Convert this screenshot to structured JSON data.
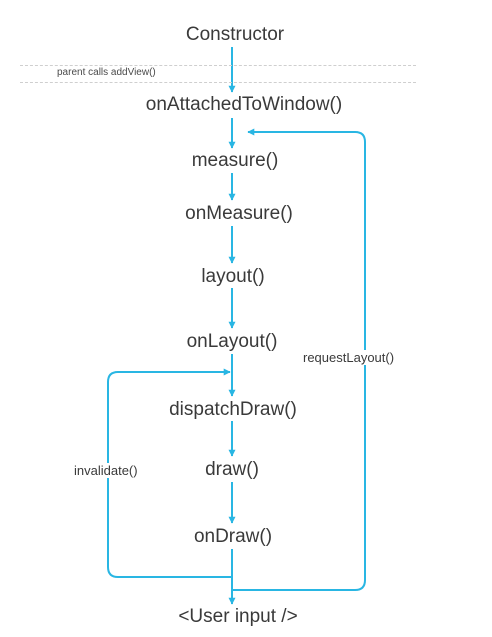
{
  "nodes": {
    "constructor": "Constructor",
    "on_attached_to_window": "onAttachedToWindow()",
    "measure": "measure()",
    "on_measure": "onMeasure()",
    "layout": "layout()",
    "on_layout": "onLayout()",
    "dispatch_draw": "dispatchDraw()",
    "draw": "draw()",
    "on_draw": "onDraw()",
    "user_input": "<User input />"
  },
  "annotations": {
    "parent_calls_add_view": "parent calls addView()"
  },
  "loop_labels": {
    "request_layout": "requestLayout()",
    "invalidate": "invalidate()"
  },
  "colors": {
    "arrow": "#29b6e3",
    "text": "#3a3a3a",
    "divider": "#cfcfcf"
  }
}
